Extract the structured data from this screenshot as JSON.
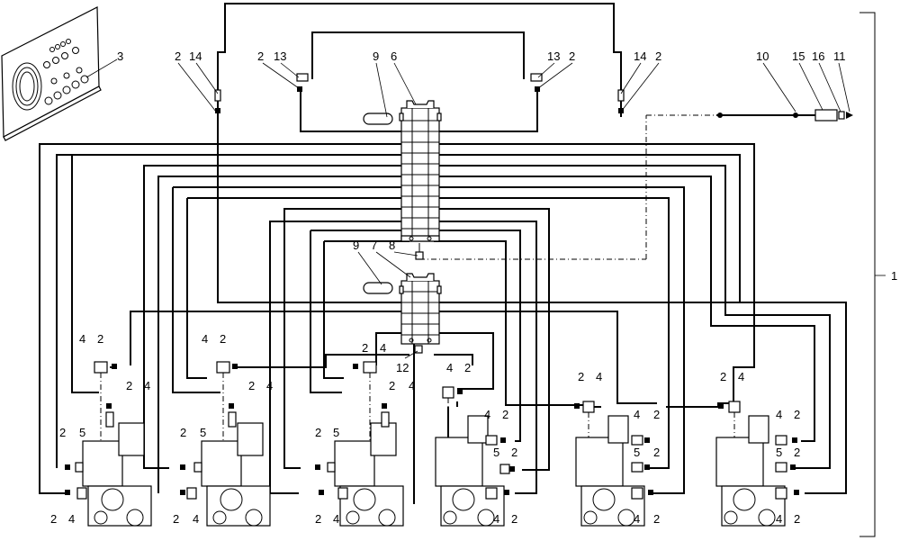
{
  "callouts": {
    "c1": "1",
    "c3": "3",
    "c2a": "2",
    "c14a": "14",
    "c2b": "2",
    "c13a": "13",
    "c9a": "9",
    "c6": "6",
    "c13b": "13",
    "c2c": "2",
    "c14b": "14",
    "c2d": "2",
    "c10": "10",
    "c15": "15",
    "c16": "16",
    "c11": "11",
    "c9b": "9",
    "c7": "7",
    "c8": "8",
    "c12": "12",
    "m1_4a": "4",
    "m1_2a": "2",
    "m1_2b": "2",
    "m1_4b": "4",
    "m1_2c": "2",
    "m1_5": "5",
    "m1_2d": "2",
    "m1_4c": "4",
    "m2_4a": "4",
    "m2_2a": "2",
    "m2_2b": "2",
    "m2_4b": "4",
    "m2_2c": "2",
    "m2_5": "5",
    "m2_2d": "2",
    "m2_4c": "4",
    "m3_2a": "2",
    "m3_4a": "4",
    "m3_2b": "2",
    "m3_4b": "4",
    "m3_2c": "2",
    "m3_5": "5",
    "m3_2d": "2",
    "m3_4c": "4",
    "m4_4a": "4",
    "m4_2a": "2",
    "m4_4b": "4",
    "m4_2b": "2",
    "m4_5": "5",
    "m4_2c": "2",
    "m4_4c": "4",
    "m4_2d": "2",
    "m5_2a": "2",
    "m5_4a": "4",
    "m5_4b": "4",
    "m5_2b": "2",
    "m5_5": "5",
    "m5_2c": "2",
    "m5_4c": "4",
    "m5_2d": "2",
    "m6_2a": "2",
    "m6_4a": "4",
    "m6_4b": "4",
    "m6_2b": "2",
    "m6_5": "5",
    "m6_2c": "2",
    "m6_4c": "4",
    "m6_2d": "2"
  }
}
